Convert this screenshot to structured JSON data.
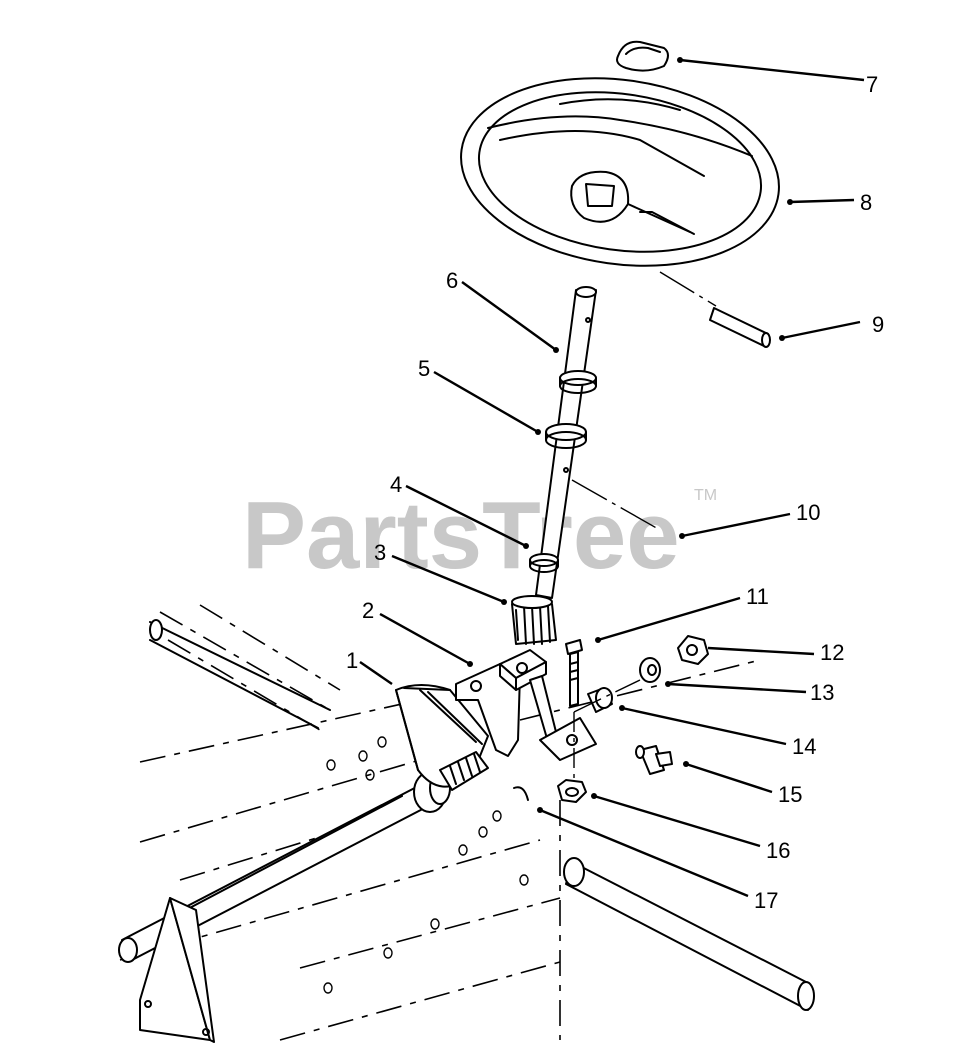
{
  "watermark": {
    "text": "PartsTree",
    "tm": "TM"
  },
  "callouts": [
    {
      "number": "1"
    },
    {
      "number": "2"
    },
    {
      "number": "3"
    },
    {
      "number": "4"
    },
    {
      "number": "5"
    },
    {
      "number": "6"
    },
    {
      "number": "7"
    },
    {
      "number": "8"
    },
    {
      "number": "9"
    },
    {
      "number": "10"
    },
    {
      "number": "11"
    },
    {
      "number": "12"
    },
    {
      "number": "13"
    },
    {
      "number": "14"
    },
    {
      "number": "15"
    },
    {
      "number": "16"
    },
    {
      "number": "17"
    }
  ]
}
